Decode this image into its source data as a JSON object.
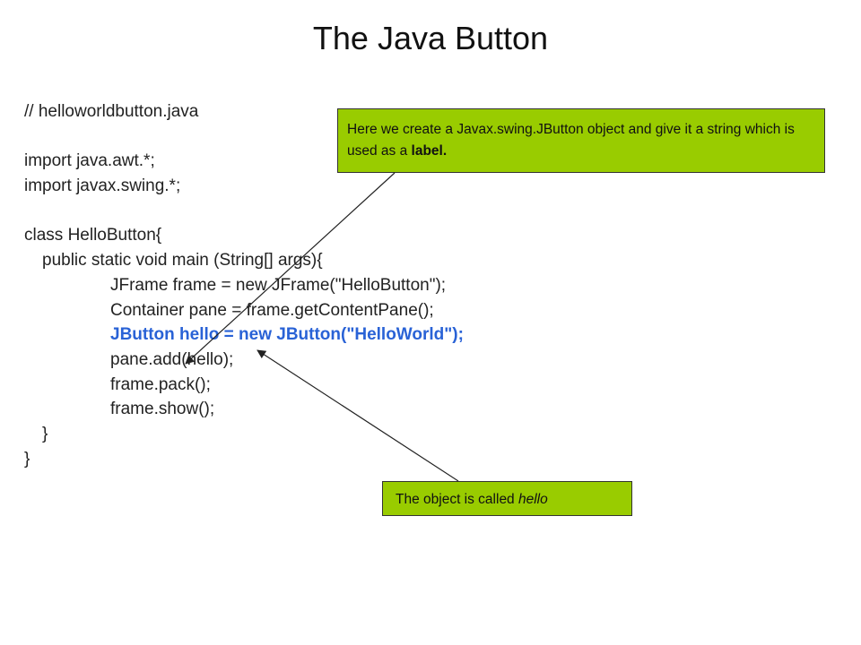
{
  "slide": {
    "title": "The Java Button"
  },
  "code": {
    "comment": "// helloworldbutton.java",
    "import1": "import java.awt.*;",
    "import2": "import javax.swing.*;",
    "class_decl": "class HelloButton{",
    "main_decl": "public static void main (String[] args){",
    "frame_line": "JFrame frame = new JFrame(\"HelloButton\");",
    "pane_line": "Container pane = frame.getContentPane();",
    "button_line": "JButton hello = new JButton(\"HelloWorld\");",
    "add_line": "pane.add(hello);",
    "pack_line": "frame.pack();",
    "show_line": "frame.show();",
    "close_inner": "}",
    "close_outer": "}"
  },
  "callouts": {
    "top": {
      "text_before": "Here we create a Javax.swing.JButton object and give it a string which is used as a ",
      "text_bold": "label."
    },
    "bottom": {
      "text_before": "The object is called ",
      "text_italic": "hello"
    }
  },
  "colors": {
    "highlight": "#2962d6",
    "callout_bg": "#99cc00"
  }
}
